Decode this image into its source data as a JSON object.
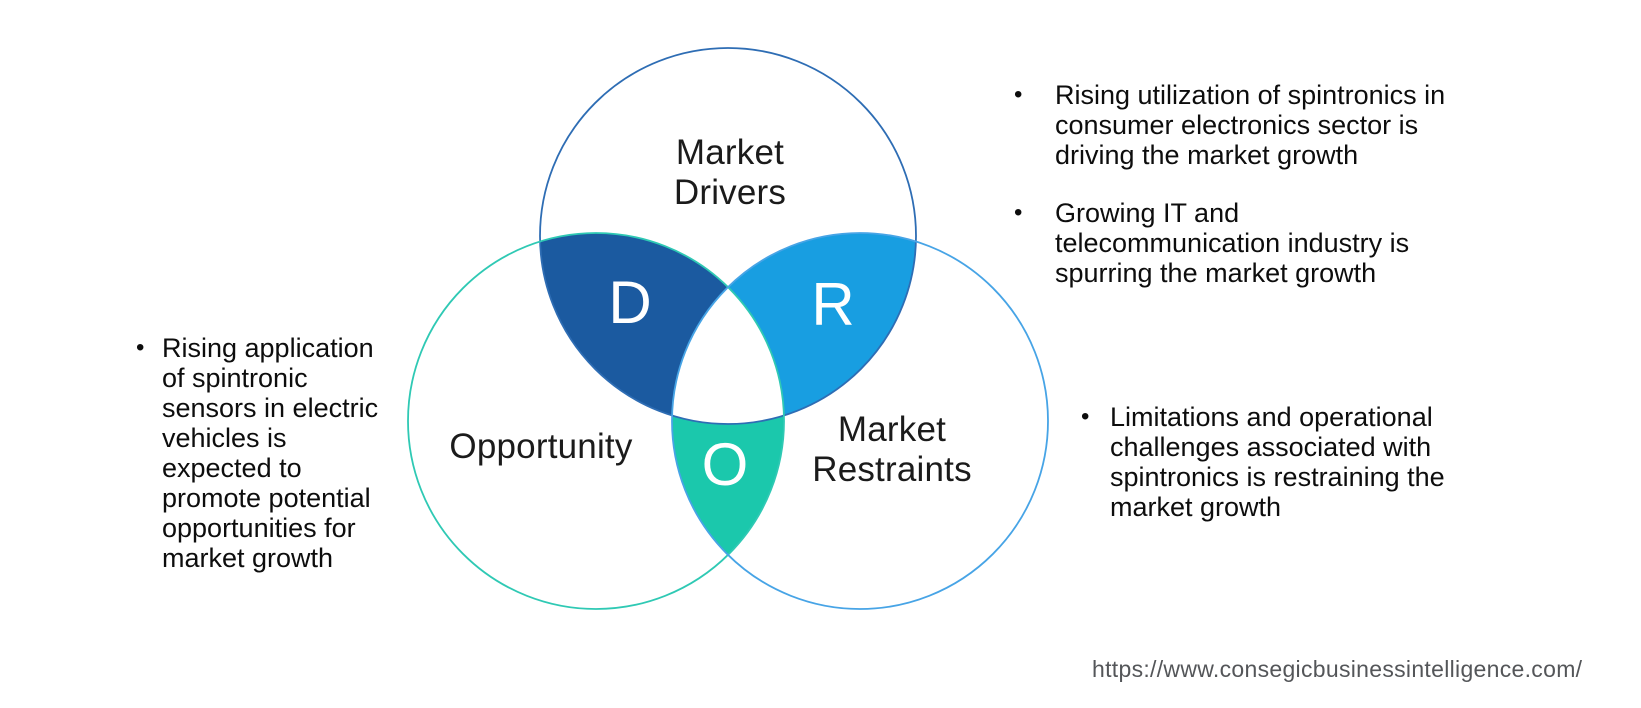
{
  "venn": {
    "letter_color": "#ffffff",
    "circles": {
      "drivers": {
        "label": "Market\nDrivers",
        "stroke": "#2e6db4"
      },
      "opportunity": {
        "label": "Opportunity",
        "stroke": "#2fc9b4"
      },
      "restraints": {
        "label": "Market\nRestraints",
        "stroke": "#47a4e6"
      }
    },
    "intersections": {
      "d": {
        "letter": "D",
        "fill": "#1b5aa0"
      },
      "r": {
        "letter": "R",
        "fill": "#189ee1"
      },
      "o": {
        "letter": "O",
        "fill": "#1bc8ac"
      }
    }
  },
  "bullets": {
    "char": "•",
    "left": [
      "Rising application\nof spintronic\nsensors in electric\nvehicles is\nexpected to\npromote potential\nopportunities for\nmarket growth"
    ],
    "top_right": [
      "Rising utilization of spintronics in\nconsumer electronics sector is\ndriving the market growth",
      "Growing IT and\ntelecommunication industry is\nspurring the market growth"
    ],
    "bottom_right": [
      "Limitations and operational\nchallenges associated with\nspintronics is restraining the\nmarket growth"
    ]
  },
  "footer": {
    "url": "https://www.consegicbusinessintelligence.com/",
    "url_color": "#545659"
  }
}
